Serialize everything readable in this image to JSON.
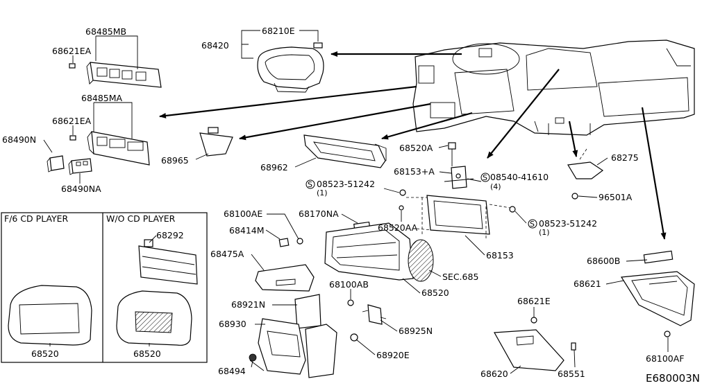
{
  "diagram_id": "E680003N",
  "panels": {
    "f6": "F/6 CD PLAYER",
    "wo": "W/O CD PLAYER"
  },
  "labels": {
    "p68485MB": "68485MB",
    "p68621EA_1": "68621EA",
    "p68485MA": "68485MA",
    "p68621EA_2": "68621EA",
    "p68490N": "68490N",
    "p68490NA": "68490NA",
    "p68210E": "68210E",
    "p68420": "68420",
    "p68965": "68965",
    "p68962": "68962",
    "p68520A": "68520A",
    "p68153A": "68153+A",
    "s08540": "08540-41610",
    "s08540q": "(4)",
    "s08523a": "08523-51242",
    "s08523aq": "(1)",
    "s08523b": "08523-51242",
    "s08523bq": "(1)",
    "p68275": "68275",
    "p96501A": "96501A",
    "p68100AE": "68100AE",
    "p68170NA": "68170NA",
    "p68414M": "68414M",
    "p68520AA": "68520AA",
    "p68153": "68153",
    "p68475A": "68475A",
    "sec685": "SEC.685",
    "p68100AB": "68100AB",
    "p68520_main": "68520",
    "p68921N": "68921N",
    "p68930": "68930",
    "p68925N": "68925N",
    "p68920E": "68920E",
    "p68494": "68494",
    "p68600B": "68600B",
    "p68621": "68621",
    "p68100AF": "68100AF",
    "p68621E": "68621E",
    "p68620": "68620",
    "p68551": "68551",
    "p68292": "68292",
    "p68520_f6": "68520",
    "p68520_wo": "68520",
    "s_mark": "S"
  }
}
